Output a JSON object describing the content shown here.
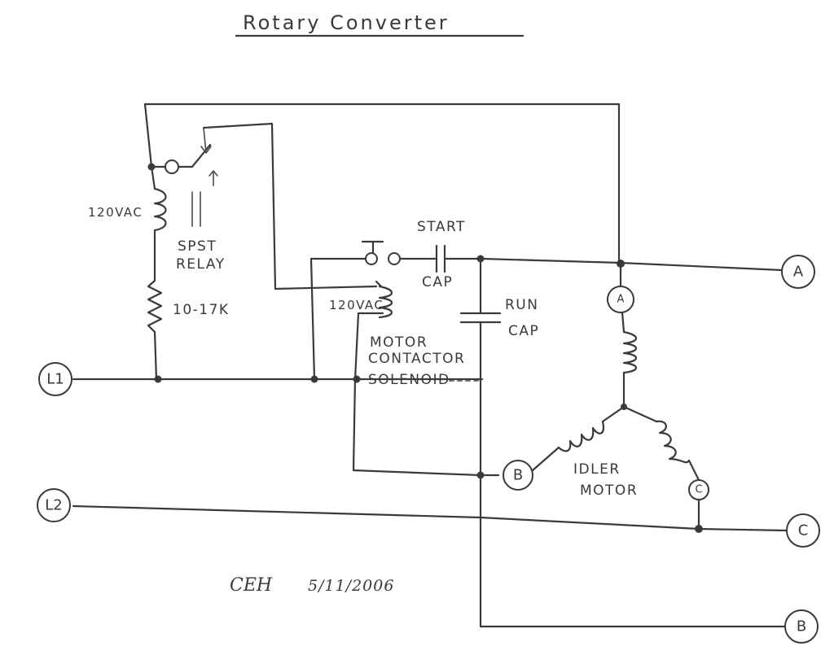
{
  "title": "Rotary Converter",
  "relay": {
    "coil_voltage": "120VAC",
    "name_line1": "SPST",
    "name_line2": "RELAY",
    "resistor": "10-17K"
  },
  "start_cap": {
    "line1": "START",
    "line2": "CAP"
  },
  "run_cap": {
    "line1": "RUN",
    "line2": "CAP"
  },
  "contactor": {
    "coil_voltage": "120VAC",
    "line1": "MOTOR",
    "line2": "CONTACTOR",
    "line3": "SOLENOID"
  },
  "idler_motor": {
    "line1": "IDLER",
    "line2": "MOTOR"
  },
  "terminals": {
    "l1": "L1",
    "l2": "L2",
    "out_a": "A",
    "out_b": "B",
    "out_c": "C",
    "motor_a": "A",
    "motor_b": "B",
    "motor_c": "C"
  },
  "signature": "CEH",
  "date": "5/11/2006"
}
